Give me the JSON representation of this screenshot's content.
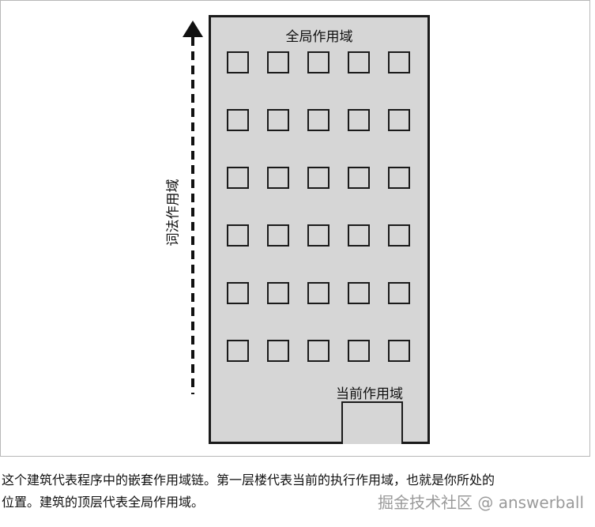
{
  "figure": {
    "global_scope_label": "全局作用域",
    "current_scope_label": "当前作用域",
    "lexical_scope_label": "词法作用域",
    "window_rows": 6,
    "window_columns": 5
  },
  "caption": {
    "line1": "这个建筑代表程序中的嵌套作用域链。第一层楼代表当前的执行作用域，也就是你所处的",
    "line2": "位置。建筑的顶层代表全局作用域。"
  },
  "watermark": "掘金技术社区 @ answerball"
}
